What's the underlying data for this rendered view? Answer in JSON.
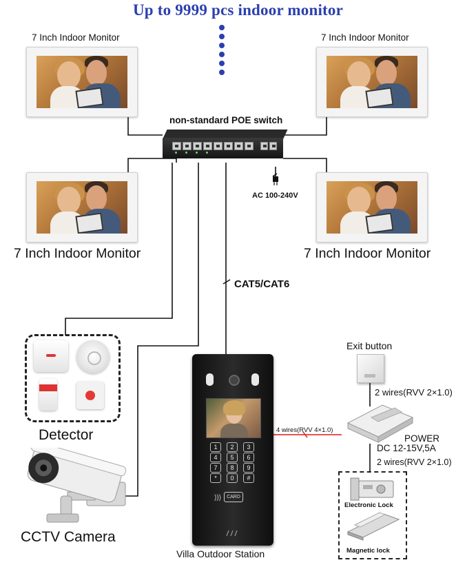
{
  "header": {
    "title": "Up to 9999 pcs indoor monitor"
  },
  "monitors": {
    "top_left_label": "7 Inch Indoor Monitor",
    "top_right_label": "7 Inch Indoor Monitor",
    "mid_left_label": "7 Inch Indoor Monitor",
    "mid_right_label": "7 Inch Indoor Monitor"
  },
  "switch": {
    "label": "non-standard POE switch",
    "ac_label": "AC 100-240V"
  },
  "cable": {
    "label": "CAT5/CAT6"
  },
  "detector": {
    "label": "Detector"
  },
  "cctv": {
    "label": "CCTV Camera"
  },
  "station": {
    "label": "Villa Outdoor Station",
    "card_text": "CARD",
    "keys": [
      "1",
      "2",
      "3",
      "4",
      "5",
      "6",
      "7",
      "8",
      "9",
      "*",
      "0",
      "#"
    ]
  },
  "exit": {
    "label": "Exit button",
    "wires_label": "2 wires(RVV 2×1.0)"
  },
  "power": {
    "line1": "POWER",
    "line2": "DC 12-15V,5A",
    "wires_label": "2 wires(RVV 2×1.0)"
  },
  "station_wires": {
    "label": "4 wires(RVV 4×1.0)"
  },
  "locks": {
    "electronic_label": "Electronic Lock",
    "magnetic_label": "Magnetic lock"
  },
  "colors": {
    "title": "#2b3fb0",
    "red_wire": "#e53935"
  }
}
